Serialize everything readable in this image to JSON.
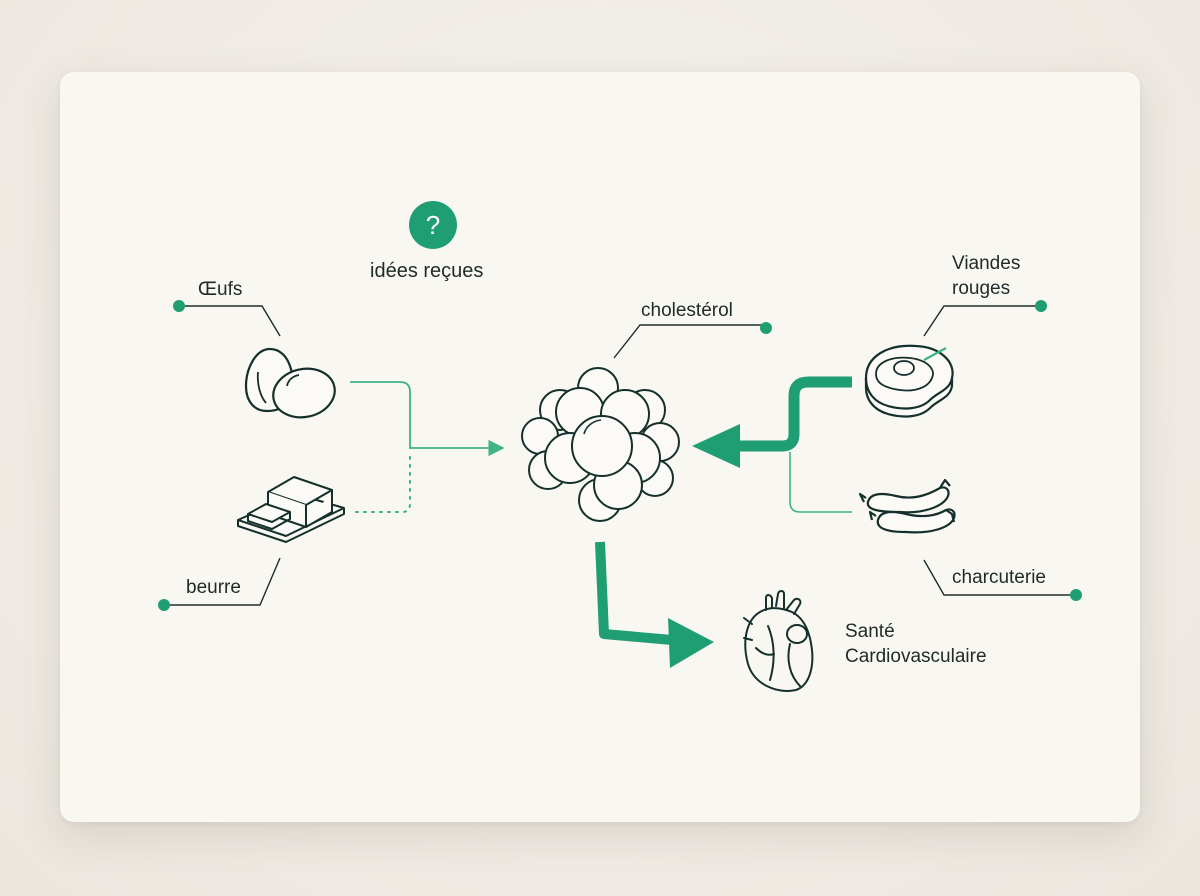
{
  "question_badge": {
    "glyph": "?"
  },
  "labels": {
    "misconceptions": "idées reçues",
    "eggs": "Œufs",
    "butter": "beurre",
    "cholesterol": "cholestérol",
    "red_meat_line1": "Viandes",
    "red_meat_line2": "rouges",
    "charcuterie": "charcuterie",
    "heart_line1": "Santé",
    "heart_line2": "Cardiovasculaire"
  },
  "colors": {
    "ink": "#15302c",
    "accent": "#1f9e73",
    "accent_light": "#5cc29a",
    "card": "#f9f7f2"
  },
  "icons": [
    "question-icon",
    "eggs-icon",
    "butter-icon",
    "cholesterol-molecule-icon",
    "steak-icon",
    "sausages-icon",
    "heart-icon"
  ]
}
